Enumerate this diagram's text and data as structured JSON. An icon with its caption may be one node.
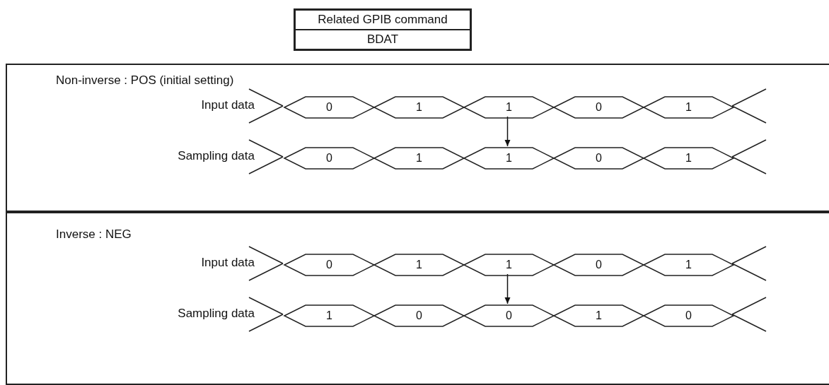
{
  "diagram": {
    "nodes": [
      {
        "text": [
          "Non-inverse : POS (initial setting)"
        ]
      },
      {
        "text": [
          "0"
        ],
        "in": 0
      },
      {
        "text": [
          "1"
        ],
        "in": 0
      },
      {
        "text": [
          "1"
        ],
        "in": 0
      },
      {
        "text": [
          "0"
        ],
        "in": 0
      },
      {
        "text": [
          "1"
        ],
        "in": 0
      },
      {
        "text": [
          "0"
        ],
        "in": 0
      },
      {
        "text": [
          "1"
        ],
        "in": 0
      },
      {
        "text": [
          "1"
        ],
        "in": 0
      },
      {
        "text": [
          "0"
        ],
        "in": 0
      },
      {
        "text": [
          "1"
        ],
        "in": 0
      },
      {
        "text": [
          "Inverse : NEG"
        ]
      },
      {
        "text": [
          "0"
        ],
        "in": 11
      },
      {
        "text": [
          "1"
        ],
        "in": 11
      },
      {
        "text": [
          "1"
        ],
        "in": 11
      },
      {
        "text": [
          "0"
        ],
        "in": 11
      },
      {
        "text": [
          "1"
        ],
        "in": 11
      },
      {
        "text": [
          "1"
        ],
        "in": 11
      },
      {
        "text": [
          "0"
        ],
        "in": 11
      },
      {
        "text": [
          "0"
        ],
        "in": 11
      },
      {
        "text": [
          "1"
        ],
        "in": 11
      },
      {
        "text": [
          "0"
        ],
        "in": 11
      }
    ],
    "edges": [
      {
        "from": 3,
        "to": 8,
        "arrow": "to"
      },
      {
        "from": 14,
        "to": 19,
        "arrow": "to"
      }
    ],
    "labels": [
      "Related GPIB command",
      "BDAT",
      "Input data",
      "Sampling data",
      "Input data",
      "Sampling data"
    ]
  }
}
